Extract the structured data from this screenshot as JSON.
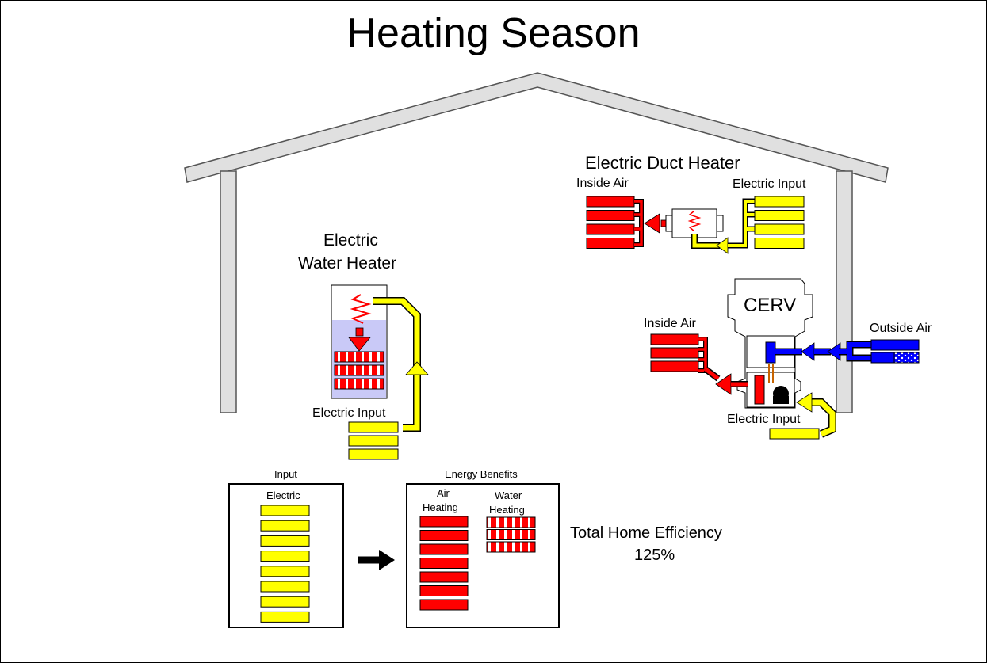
{
  "title": "Heating Season",
  "water_heater": {
    "title_line1": "Electric",
    "title_line2": "Water Heater",
    "input_label": "Electric Input"
  },
  "duct_heater": {
    "title": "Electric Duct Heater",
    "inside_label": "Inside Air",
    "input_label": "Electric Input"
  },
  "cerv": {
    "label": "CERV",
    "inside_label": "Inside Air",
    "outside_label": "Outside Air",
    "input_label": "Electric Input"
  },
  "summary": {
    "input_caption": "Input",
    "input_type": "Electric",
    "input_units": 8,
    "benefits_caption": "Energy Benefits",
    "air_label_1": "Air",
    "air_label_2": "Heating",
    "air_units": 7,
    "water_label_1": "Water",
    "water_label_2": "Heating",
    "water_units": 3,
    "efficiency_label": "Total Home Efficiency",
    "efficiency_value": "125%"
  },
  "colors": {
    "electric": "#ffff00",
    "heat": "#ff0000",
    "cold": "#0000ff",
    "water": "#c9c9f7",
    "house": "#e0e0e0"
  }
}
